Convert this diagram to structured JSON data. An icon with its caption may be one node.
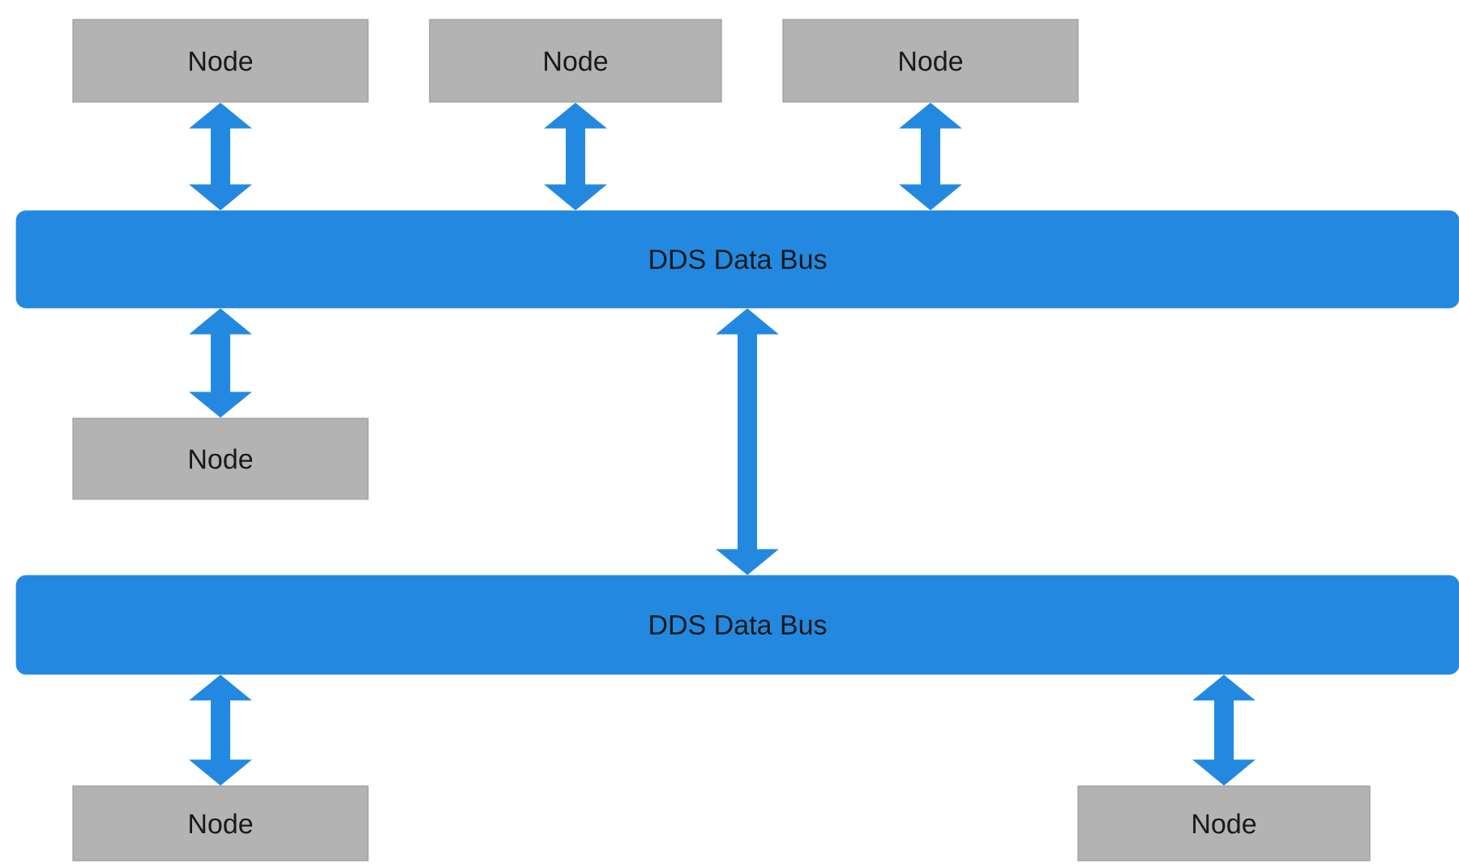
{
  "diagram": {
    "nodes": [
      {
        "text": [
          "Node"
        ]
      },
      {
        "text": [
          "Node"
        ]
      },
      {
        "text": [
          "Node"
        ]
      },
      {
        "text": [
          "DDS Data Bus"
        ]
      },
      {
        "text": [
          "Node"
        ]
      },
      {
        "text": [
          "DDS Data Bus"
        ]
      },
      {
        "text": [
          "Node"
        ]
      },
      {
        "text": [
          "Node"
        ]
      }
    ],
    "edges": [
      {
        "from": 0,
        "to": 3,
        "arrow": "both"
      },
      {
        "from": 1,
        "to": 3,
        "arrow": "both"
      },
      {
        "from": 2,
        "to": 3,
        "arrow": "both"
      },
      {
        "from": 3,
        "to": 4,
        "arrow": "both"
      },
      {
        "from": 3,
        "to": 5,
        "arrow": "both"
      },
      {
        "from": 5,
        "to": 6,
        "arrow": "both"
      },
      {
        "from": 5,
        "to": 7,
        "arrow": "both"
      }
    ]
  }
}
